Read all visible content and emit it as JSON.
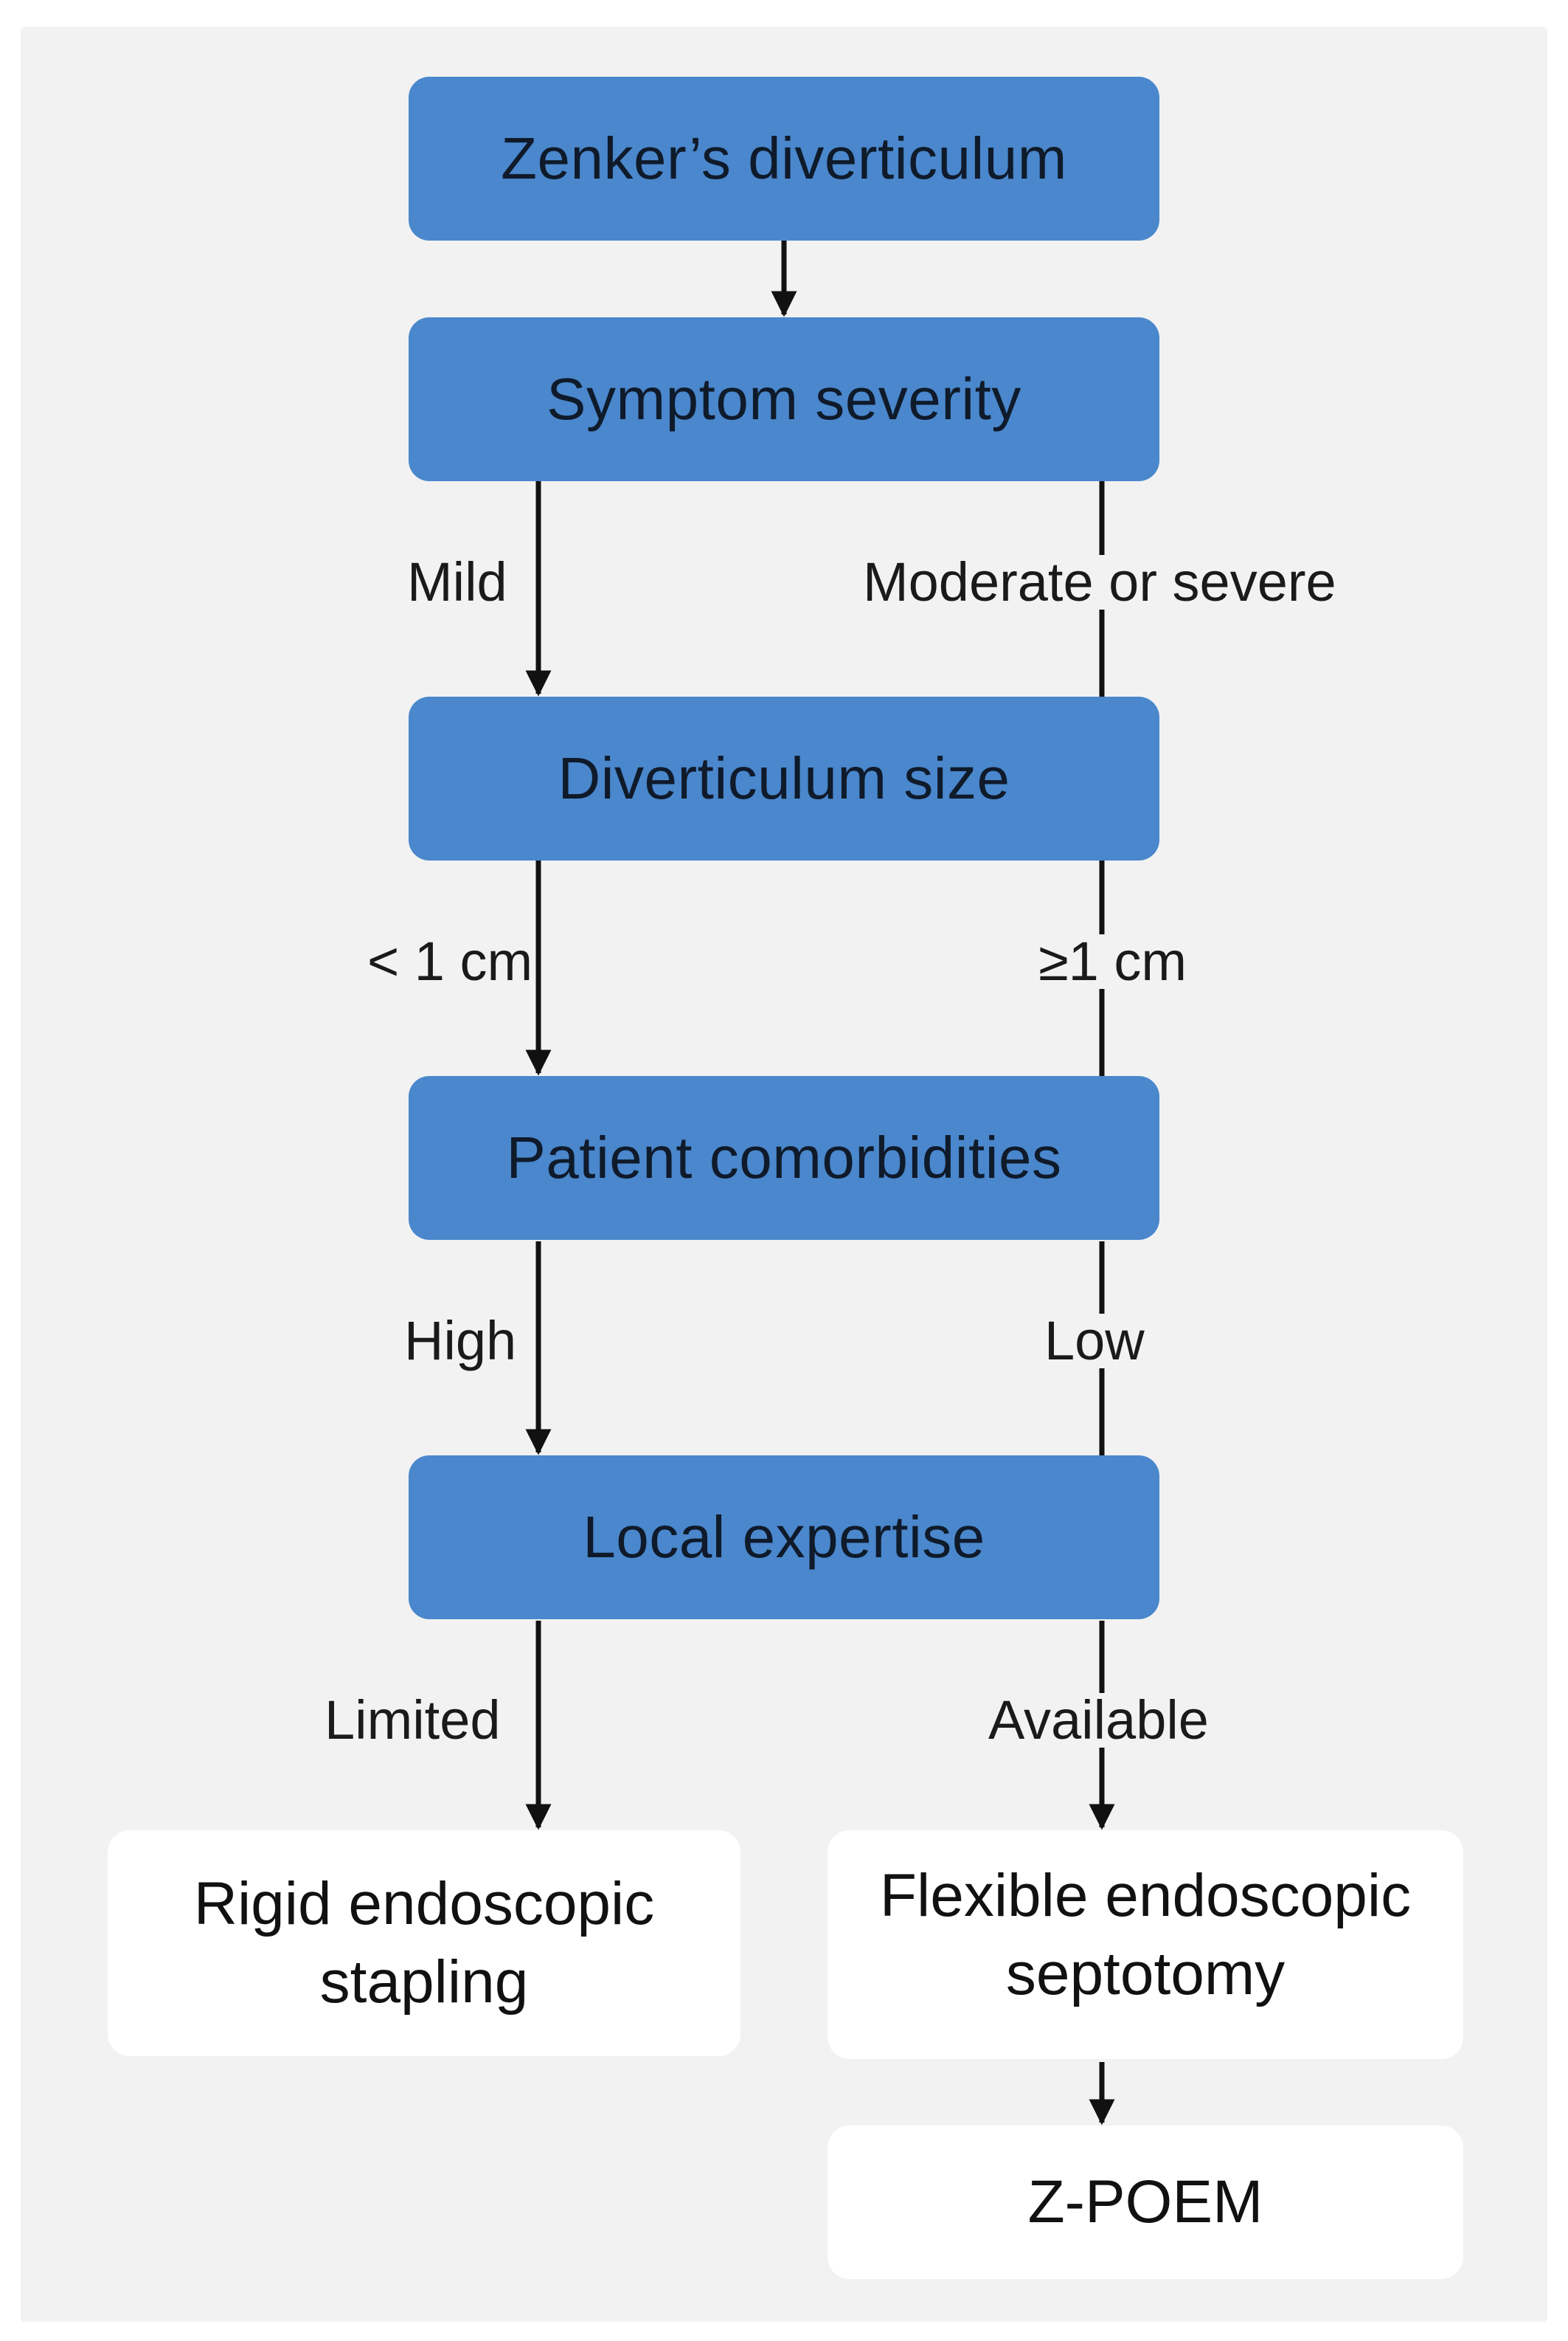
{
  "nodes": {
    "root": "Zenker’s diverticulum",
    "symptom": "Symptom severity",
    "size": "Diverticulum size",
    "comorbidities": "Patient comorbidities",
    "expertise": "Local expertise"
  },
  "outcomes": {
    "rigid": [
      "Rigid endoscopic",
      "stapling"
    ],
    "flexible": [
      "Flexible endoscopic",
      "septotomy"
    ],
    "zpoem": "Z-POEM"
  },
  "edges": {
    "mild": "Mild",
    "moderate_severe": "Moderate or severe",
    "lt1": "< 1 cm",
    "ge1": "≥1 cm",
    "high": "High",
    "low": "Low",
    "limited": "Limited",
    "available": "Available"
  },
  "colors": {
    "box_fill": "#4a87cc",
    "panel_bg": "#f2f2f2",
    "outcome_fill": "#ffffff",
    "line": "#111111"
  }
}
